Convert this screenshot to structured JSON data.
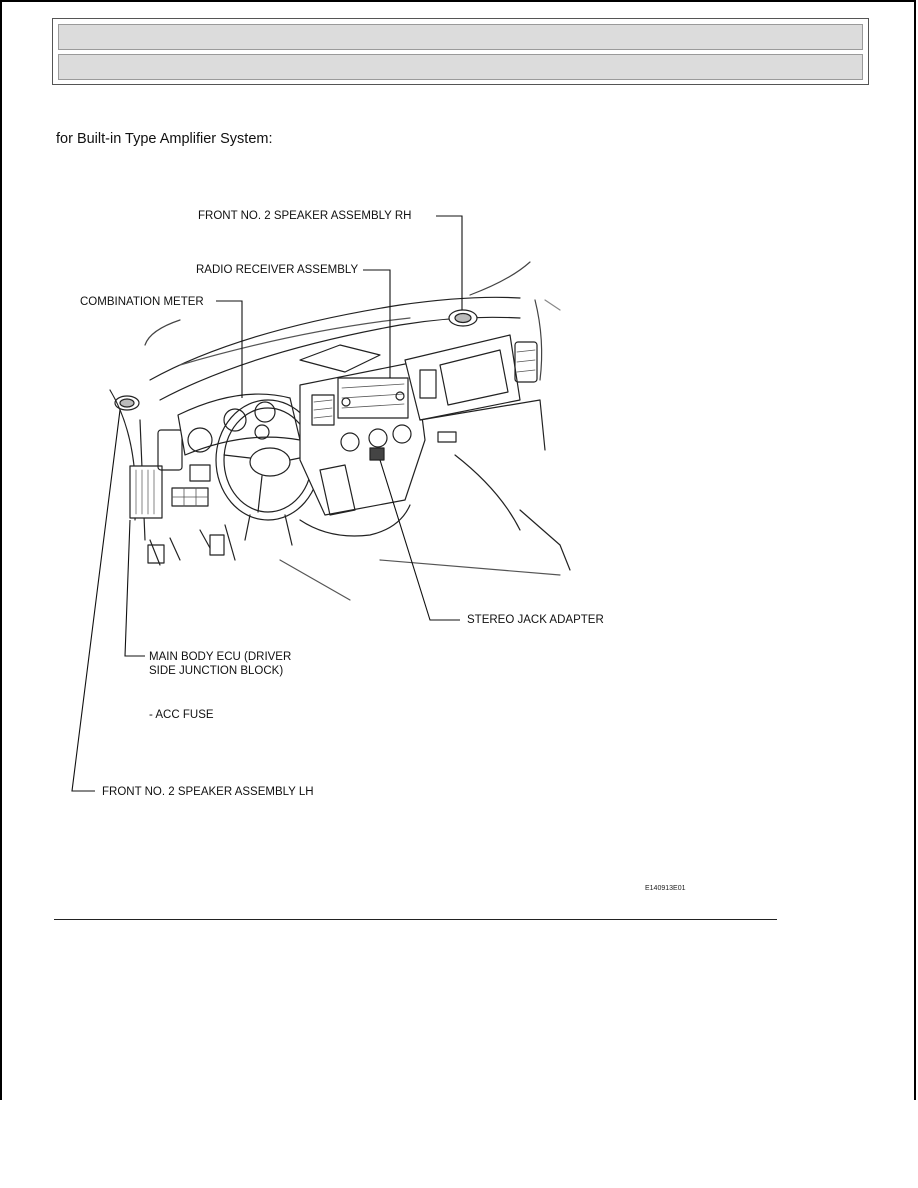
{
  "header": {
    "title_bar_1": "",
    "title_bar_2": ""
  },
  "caption": "for Built-in Type Amplifier System:",
  "labels": {
    "front_speaker_rh": "FRONT NO. 2 SPEAKER ASSEMBLY RH",
    "radio_receiver": "RADIO RECEIVER ASSEMBLY",
    "combination_meter": "COMBINATION METER",
    "stereo_jack": "STEREO JACK ADAPTER",
    "main_body_ecu_line1": "MAIN BODY ECU (DRIVER",
    "main_body_ecu_line2": "SIDE JUNCTION BLOCK)",
    "acc_fuse": "- ACC FUSE",
    "front_speaker_lh": "FRONT NO. 2 SPEAKER ASSEMBLY LH"
  },
  "figure_code": "E140913E01"
}
